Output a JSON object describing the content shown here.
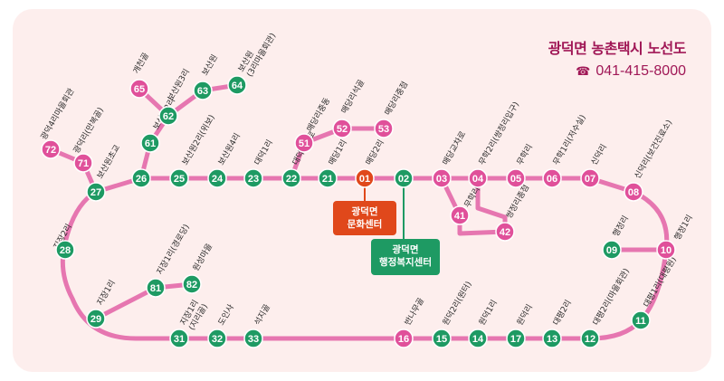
{
  "title": "광덕면 농촌택시 노선도",
  "phone": "041-415-8000",
  "phone_icon": "telephone-icon",
  "colors": {
    "route": "#e676b0",
    "green": "#1e9a63",
    "pink": "#e0509a",
    "red": "#e0481b",
    "background": "#fdeeed",
    "title": "#a01756"
  },
  "stops": [
    {
      "id": "72",
      "name": "광덕4리마을회관",
      "color": "pink"
    },
    {
      "id": "71",
      "name": "광덕리(만복골)",
      "color": "pink"
    },
    {
      "id": "65",
      "name": "개천골",
      "color": "pink"
    },
    {
      "id": "62",
      "name": "보산원3리",
      "color": "green"
    },
    {
      "id": "63",
      "name": "보산원",
      "color": "green"
    },
    {
      "id": "64",
      "name": "보산원\n(3리마을회관)",
      "color": "green"
    },
    {
      "id": "61",
      "name": "보산원2리",
      "color": "green"
    },
    {
      "id": "27",
      "name": "보산원초교",
      "color": "green"
    },
    {
      "id": "26",
      "name": "",
      "color": "green"
    },
    {
      "id": "25",
      "name": "보산원2리(위보)",
      "color": "green"
    },
    {
      "id": "24",
      "name": "보산원4리",
      "color": "green"
    },
    {
      "id": "23",
      "name": "대덕1리",
      "color": "green"
    },
    {
      "id": "22",
      "name": "대덕교차로",
      "color": "green"
    },
    {
      "id": "51",
      "name": "매당리중동",
      "color": "pink"
    },
    {
      "id": "52",
      "name": "매당리석골",
      "color": "pink"
    },
    {
      "id": "53",
      "name": "매당리중점",
      "color": "pink"
    },
    {
      "id": "21",
      "name": "매당1리",
      "color": "green"
    },
    {
      "id": "01",
      "name": "매당2리",
      "color": "red"
    },
    {
      "id": "02",
      "name": "",
      "color": "green"
    },
    {
      "id": "03",
      "name": "매당교차로",
      "color": "pink"
    },
    {
      "id": "04",
      "name": "무학2리(쌍정리입구)",
      "color": "pink"
    },
    {
      "id": "05",
      "name": "무학리",
      "color": "pink"
    },
    {
      "id": "06",
      "name": "무학1리(저수실)",
      "color": "pink"
    },
    {
      "id": "07",
      "name": "신덕리",
      "color": "pink"
    },
    {
      "id": "08",
      "name": "신덕리(보건진료소)",
      "color": "pink"
    },
    {
      "id": "41",
      "name": "무학리종점",
      "color": "pink"
    },
    {
      "id": "42",
      "name": "쌍정리종점",
      "color": "pink"
    },
    {
      "id": "09",
      "name": "행정리",
      "color": "green"
    },
    {
      "id": "10",
      "name": "행정1리",
      "color": "pink"
    },
    {
      "id": "11",
      "name": "대평1리(대평원)",
      "color": "green"
    },
    {
      "id": "12",
      "name": "대평2리(마을회관)",
      "color": "green"
    },
    {
      "id": "13",
      "name": "대평2리",
      "color": "green"
    },
    {
      "id": "17",
      "name": "원덕리",
      "color": "green"
    },
    {
      "id": "14",
      "name": "원덕1리",
      "color": "green"
    },
    {
      "id": "15",
      "name": "원덕2리(원터)",
      "color": "green"
    },
    {
      "id": "16",
      "name": "반나무골",
      "color": "pink"
    },
    {
      "id": "33",
      "name": "석지골",
      "color": "green"
    },
    {
      "id": "32",
      "name": "도인사",
      "color": "green"
    },
    {
      "id": "31",
      "name": "지장1리\n(지리골)",
      "color": "green"
    },
    {
      "id": "29",
      "name": "지장1리",
      "color": "green"
    },
    {
      "id": "81",
      "name": "지장1리(경로당)",
      "color": "green"
    },
    {
      "id": "82",
      "name": "원성마을",
      "color": "green"
    },
    {
      "id": "28",
      "name": "지장2리",
      "color": "green"
    }
  ],
  "callouts": [
    {
      "id": "culture",
      "stop": "01",
      "label": "광덕면\n문화센터",
      "color": "red"
    },
    {
      "id": "welfare",
      "stop": "02",
      "label": "광덕면\n행정복지센터",
      "color": "green"
    }
  ]
}
